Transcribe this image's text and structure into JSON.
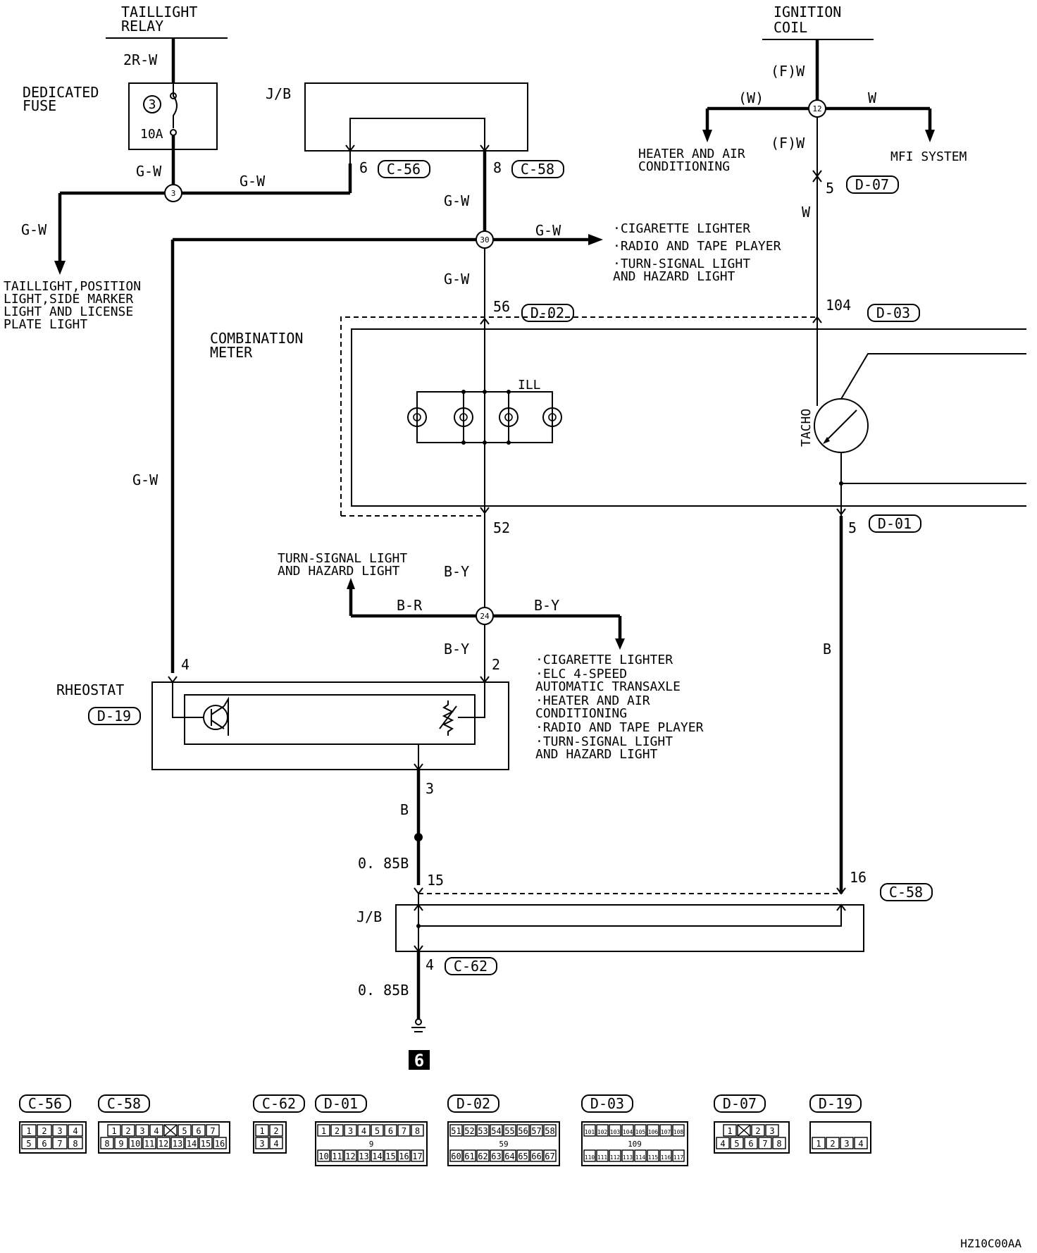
{
  "titles": {
    "taillight_relay": [
      "TAILLIGHT",
      "RELAY"
    ],
    "ignition_coil": [
      "IGNITION",
      "COIL"
    ]
  },
  "fuse": {
    "label": [
      "DEDICATED",
      "FUSE"
    ],
    "number": "3",
    "rating": "10A"
  },
  "components": {
    "jb": "J/B",
    "combination_meter": [
      "COMBINATION",
      "METER"
    ],
    "ill": "ILL",
    "tacho": "TACHO",
    "rheostat": "RHEOSTAT",
    "rheostat_conn": "D-19",
    "jb_lower": "J/B",
    "ground_no": "6"
  },
  "junctions": {
    "j3": "3",
    "j30": "30",
    "j24": "24",
    "j12": "12"
  },
  "wires": {
    "w_2rw": "2R-W",
    "w_gw_fuse": "G-W",
    "w_gw_jb": "G-W",
    "w_gw_left": "G-W",
    "w_gw_8": "G-W",
    "w_gw_out": "G-W",
    "w_gw_56": "G-W",
    "w_gw_long": "G-W",
    "w_by_top": "B-Y",
    "w_br": "B-R",
    "w_by_out": "B-Y",
    "w_by_2": "B-Y",
    "w_b_3": "B",
    "w_085b_1": "0. 85B",
    "w_085b_2": "0. 85B",
    "w_b_right": "B",
    "w_fw_top": "(F)W",
    "w_w_left": "(W)",
    "w_w_right": "W",
    "w_fw_mid": "(F)W",
    "w_w_104": "W"
  },
  "pins": {
    "p6": "6",
    "c56": "C-56",
    "p8": "8",
    "c58": "C-58",
    "p56": "56",
    "d02": "D-02",
    "p52": "52",
    "p104": "104",
    "d03": "D-03",
    "p5_d07": "5",
    "d07": "D-07",
    "p5_d01": "5",
    "d01": "D-01",
    "p4": "4",
    "p2": "2",
    "p3": "3",
    "p15": "15",
    "p16": "16",
    "c58b": "C-58",
    "p4_c62": "4",
    "c62": "C-62"
  },
  "destinations": {
    "taillight": [
      "TAILLIGHT,POSITION",
      "LIGHT,SIDE MARKER",
      "LIGHT AND LICENSE",
      "PLATE LIGHT"
    ],
    "gw_loads": [
      "·CIGARETTE LIGHTER",
      "·RADIO AND TAPE PLAYER",
      "·TURN-SIGNAL LIGHT",
      " AND HAZARD LIGHT"
    ],
    "turn_signal": [
      "TURN-SIGNAL LIGHT",
      "AND HAZARD LIGHT"
    ],
    "by_loads": [
      "·CIGARETTE LIGHTER",
      "·ELC 4-SPEED",
      " AUTOMATIC TRANSAXLE",
      "·HEATER AND AIR",
      " CONDITIONING",
      "·RADIO AND TAPE PLAYER",
      "·TURN-SIGNAL LIGHT",
      " AND HAZARD LIGHT"
    ],
    "heater": [
      "HEATER AND AIR",
      "CONDITIONING"
    ],
    "mfi": "MFI SYSTEM"
  },
  "connectors": [
    {
      "id": "C-56",
      "rows": [
        [
          "1",
          "2",
          "3",
          "4"
        ],
        [
          "5",
          "6",
          "7",
          "8"
        ]
      ]
    },
    {
      "id": "C-58",
      "rows": [
        [
          "1",
          "2",
          "3",
          "4",
          "",
          "5",
          "6",
          "7"
        ],
        [
          "8",
          "9",
          "10",
          "11",
          "12",
          "13",
          "14",
          "15",
          "16"
        ]
      ]
    },
    {
      "id": "C-62",
      "rows": [
        [
          "1",
          "2"
        ],
        [
          "3",
          "4"
        ]
      ]
    },
    {
      "id": "D-01",
      "rows": [
        [
          "1",
          "2",
          "3",
          "4",
          "5",
          "6",
          "7",
          "8"
        ],
        [
          "9"
        ],
        [
          "10",
          "11",
          "12",
          "13",
          "14",
          "15",
          "16",
          "17"
        ]
      ]
    },
    {
      "id": "D-02",
      "rows": [
        [
          "51",
          "52",
          "53",
          "54",
          "55",
          "56",
          "57",
          "58"
        ],
        [
          "59"
        ],
        [
          "60",
          "61",
          "62",
          "63",
          "64",
          "65",
          "66",
          "67"
        ]
      ]
    },
    {
      "id": "D-03",
      "rows": [
        [
          "101",
          "102",
          "103",
          "104",
          "105",
          "106",
          "107",
          "108"
        ],
        [
          "109"
        ],
        [
          "110",
          "111",
          "112",
          "113",
          "114",
          "115",
          "116",
          "117"
        ]
      ]
    },
    {
      "id": "D-07",
      "rows": [
        [
          "1",
          "",
          "2",
          "3"
        ],
        [
          "4",
          "5",
          "6",
          "7",
          "8"
        ]
      ]
    },
    {
      "id": "D-19",
      "rows": [
        [
          ""
        ],
        [
          "1",
          "2",
          "3",
          "4"
        ]
      ]
    }
  ],
  "footer_code": "HZ10C00AA"
}
